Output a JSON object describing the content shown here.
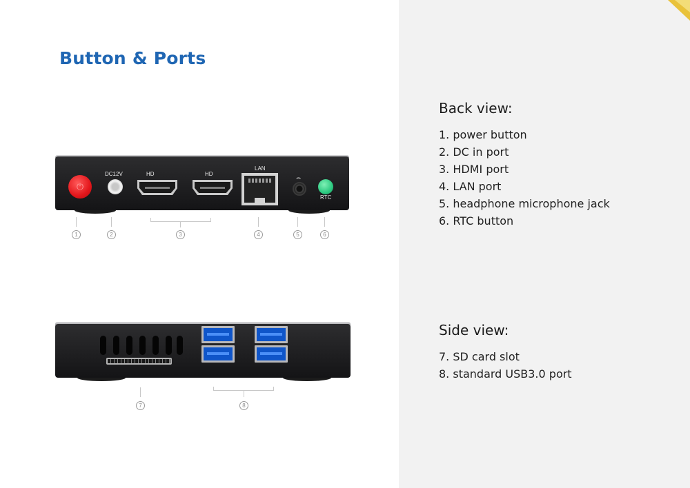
{
  "page_title": "Button & Ports",
  "back_view": {
    "heading": "Back view:",
    "items": [
      "1. power button",
      "2. DC in port",
      "3. HDMI port",
      "4. LAN port",
      "5. headphone microphone jack",
      "6. RTC button"
    ]
  },
  "side_view": {
    "heading": "Side view:",
    "items": [
      "7. SD card slot",
      "8. standard USB3.0 port"
    ]
  },
  "back_device_labels": {
    "dc": "DC12V",
    "hd1": "HD",
    "hd2": "HD",
    "lan": "LAN",
    "headphone": "⌢",
    "rtc": "RTC"
  },
  "callouts": [
    "1",
    "2",
    "3",
    "4",
    "5",
    "6",
    "7",
    "8"
  ],
  "colors": {
    "title": "#1f66b3",
    "power_button": "#e3161b",
    "rtc_button": "#2dc981",
    "usb_port": "#0f55c9",
    "right_panel": "#f2f2f2"
  }
}
